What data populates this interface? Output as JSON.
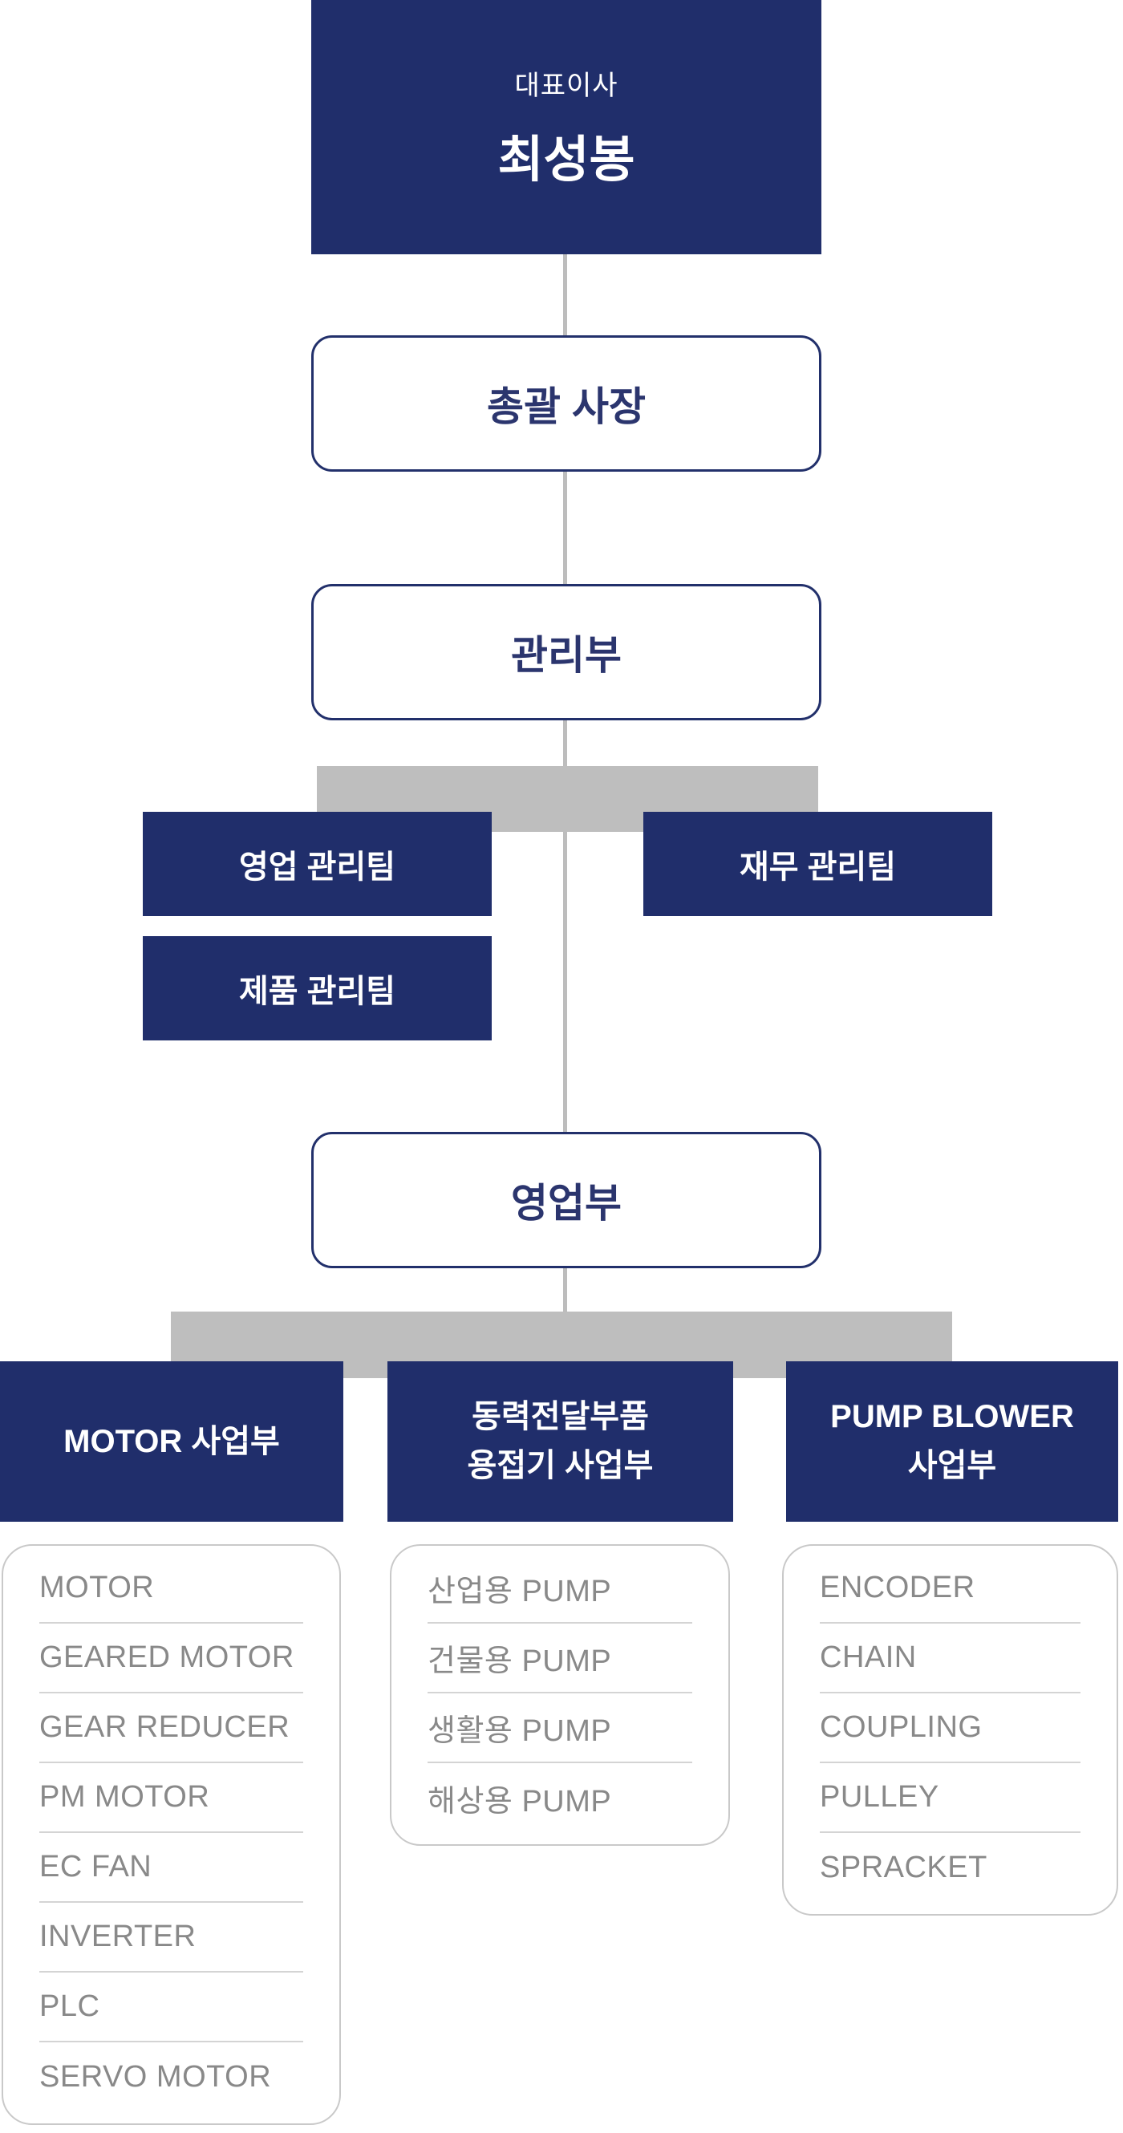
{
  "colors": {
    "box_navy": "#202e6b",
    "outline_border_navy": "#22306b",
    "outline_text_navy": "#2b356e",
    "connector_line_gray": "#bdbdbd",
    "branch_bar_gray": "#bebebe",
    "card_border_gray": "#c9c9c9",
    "list_text_gray": "#898989",
    "separator_gray": "#d4d4d4",
    "white": "#ffffff"
  },
  "chart": {
    "ceo": {
      "title": "대표이사",
      "name": "최성봉"
    },
    "president": {
      "label": "총괄 사장"
    },
    "management_dept": {
      "label": "관리부"
    },
    "management_teams": [
      {
        "label": "영업 관리팀"
      },
      {
        "label": "재무 관리팀"
      },
      {
        "label": "제품 관리팀"
      }
    ],
    "sales_dept": {
      "label": "영업부"
    },
    "divisions": [
      {
        "title": "MOTOR 사업부",
        "lines": [
          "MOTOR 사업부"
        ],
        "items": [
          "MOTOR",
          "GEARED MOTOR",
          "GEAR REDUCER",
          "PM MOTOR",
          "EC FAN",
          "INVERTER",
          "PLC",
          "SERVO MOTOR"
        ]
      },
      {
        "title": "동력전달부품 용접기 사업부",
        "lines": [
          "동력전달부품",
          "용접기 사업부"
        ],
        "items": [
          "산업용 PUMP",
          "건물용 PUMP",
          "생활용 PUMP",
          "해상용 PUMP"
        ]
      },
      {
        "title": "PUMP BLOWER 사업부",
        "lines": [
          "PUMP BLOWER",
          "사업부"
        ],
        "items": [
          "ENCODER",
          "CHAIN",
          "COUPLING",
          "PULLEY",
          "SPRACKET"
        ]
      }
    ]
  }
}
